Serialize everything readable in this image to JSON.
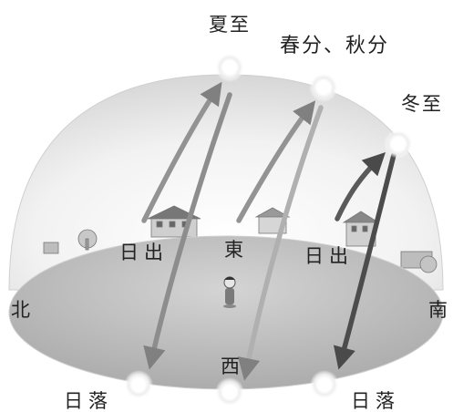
{
  "labels": {
    "summer_solstice": "夏至",
    "equinox": "春分、秋分",
    "winter_solstice": "冬至",
    "east": "東",
    "west": "西",
    "north": "北",
    "south": "南",
    "sunrise_left": "日出",
    "sunrise_right": "日出",
    "sunset_left": "日落",
    "sunset_right": "日落"
  },
  "colors": {
    "dome": "#e4e4e4",
    "ground": "#b9b9b9",
    "arrow": "#8c8c8c",
    "sun": "#ffffff"
  }
}
